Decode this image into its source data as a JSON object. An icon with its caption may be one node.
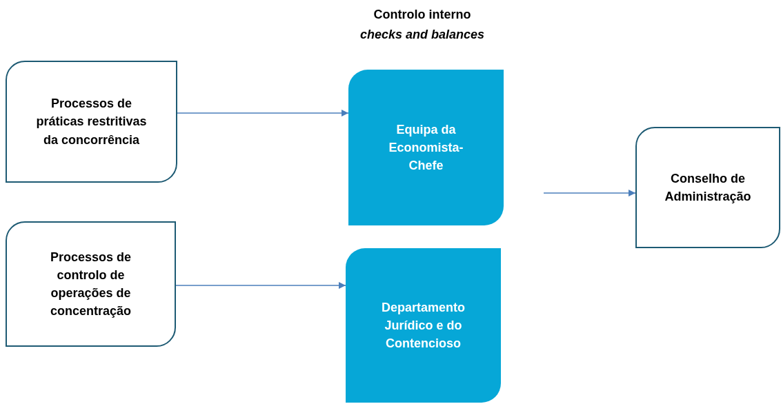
{
  "diagram": {
    "title": "Controlo interno",
    "nodes": [
      {
        "text": [
          "Processos de práticas restritivas da concorrência"
        ]
      },
      {
        "text": [
          "Processos de controlo de operações de concentração"
        ]
      },
      {
        "text": [
          "Equipa da Economista-Chefe"
        ]
      },
      {
        "text": [
          "Departamento Jurídico e do Contencioso"
        ]
      },
      {
        "text": [
          "Conselho de Administração"
        ]
      }
    ],
    "edges": [
      {
        "from": 0,
        "to": 2,
        "arrow": "to"
      },
      {
        "from": 1,
        "to": 3,
        "arrow": "to"
      },
      {
        "from": null,
        "to": 4,
        "arrow": "to"
      }
    ],
    "labels": [
      "checks and balances"
    ]
  }
}
